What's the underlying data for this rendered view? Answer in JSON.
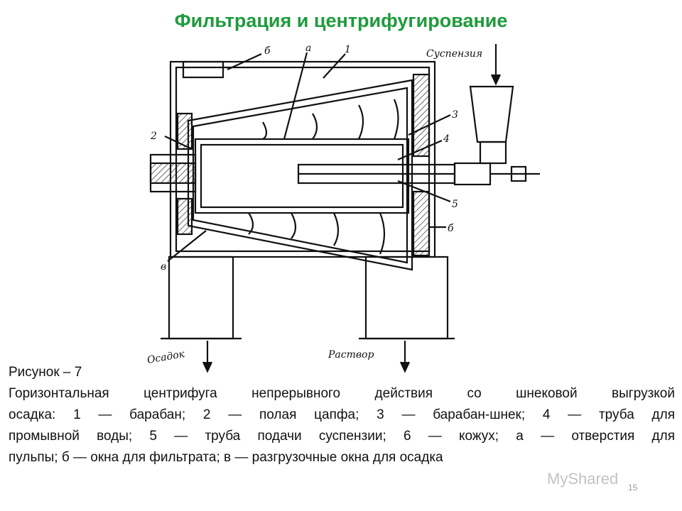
{
  "slide": {
    "title": "Фильтрация и центрифугирование",
    "figure_number": "Рисунок – 7",
    "caption_lines": [
      "Горизонтальная центрифуга непрерывного действия со шнековой выгрузкой",
      "осадка: 1 — барабан; 2 — полая цапфа; 3 — барабан-шнек; 4 — труба для",
      "промывной воды; 5 — труба подачи суспензии; 6 — кожух; а — отверстия для",
      "пульпы; б — окна для фильтрата; в — разгрузочные окна для осадка"
    ],
    "page_number": "15",
    "watermark": "MyShared"
  },
  "diagram": {
    "labels": {
      "shell": "б",
      "holes": "а",
      "drum": "1",
      "suspension": "Суспензия",
      "screw": "3",
      "wash_pipe": "4",
      "feed_pipe": "5",
      "windows": "б",
      "trunnion": "2",
      "unload": "в",
      "sediment": "Осадок",
      "solution": "Раствор"
    }
  }
}
